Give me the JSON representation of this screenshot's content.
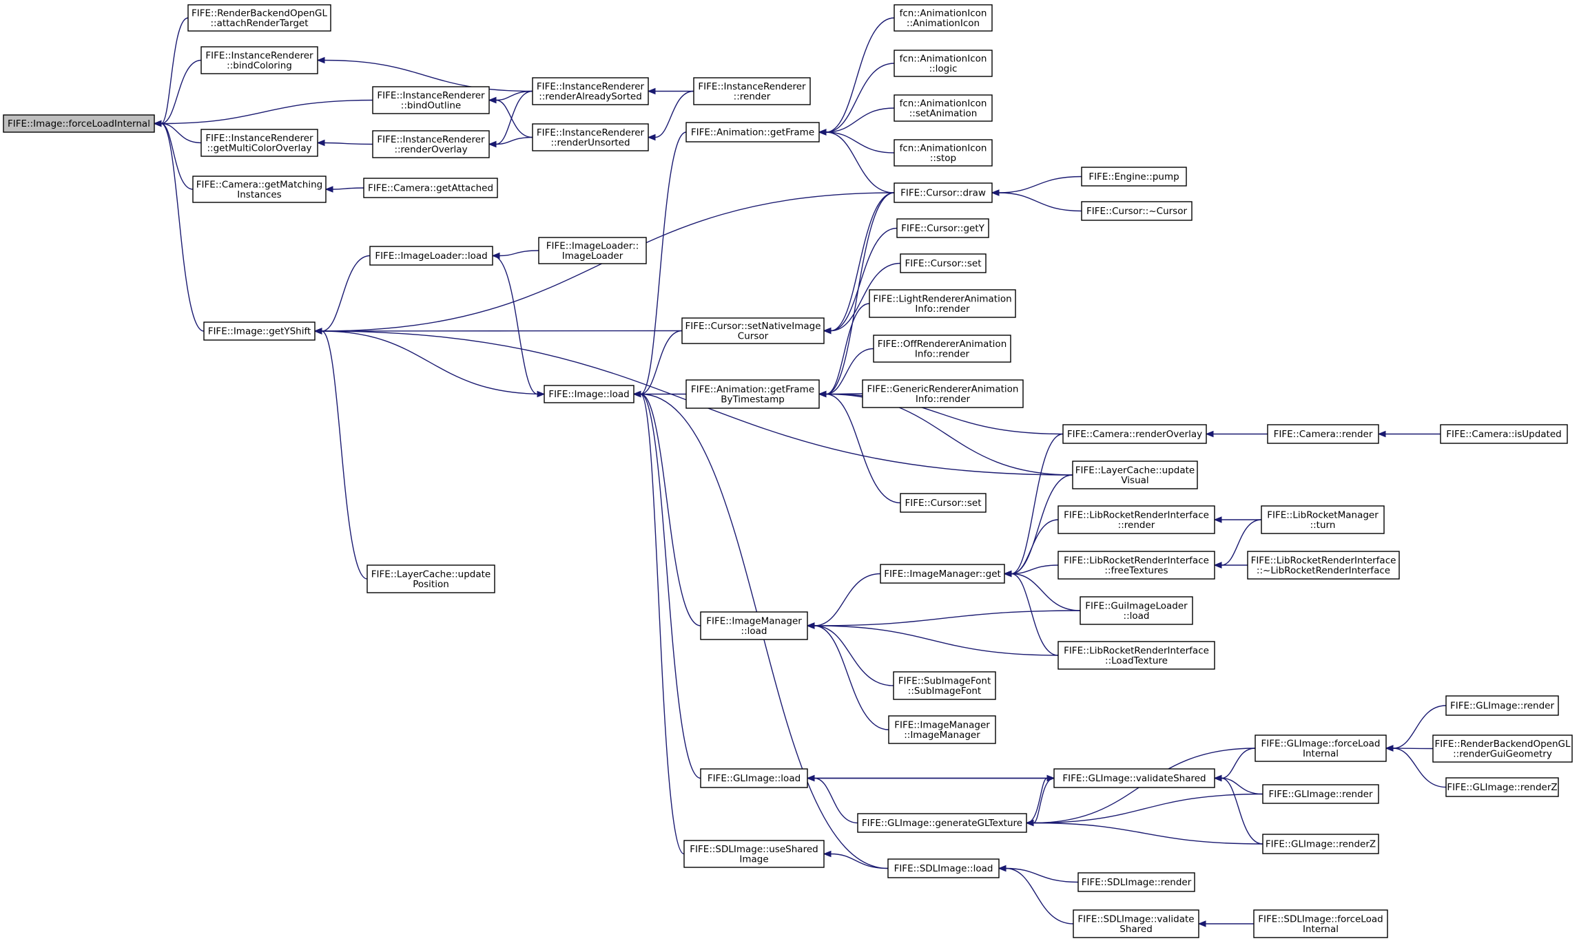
{
  "nodes": [
    {
      "id": "root",
      "lines": [
        "FIFE::Image::forceLoadInternal"
      ]
    },
    {
      "id": "rbogl_attach",
      "lines": [
        "FIFE::RenderBackendOpenGL",
        "::attachRenderTarget"
      ]
    },
    {
      "id": "ir_bindColoring",
      "lines": [
        "FIFE::InstanceRenderer",
        "::bindColoring"
      ]
    },
    {
      "id": "ir_bindOutline",
      "lines": [
        "FIFE::InstanceRenderer",
        "::bindOutline"
      ]
    },
    {
      "id": "ir_getMulti",
      "lines": [
        "FIFE::InstanceRenderer",
        "::getMultiColorOverlay"
      ]
    },
    {
      "id": "ir_renderOverlay",
      "lines": [
        "FIFE::InstanceRenderer",
        "::renderOverlay"
      ]
    },
    {
      "id": "ir_renderAlready",
      "lines": [
        "FIFE::InstanceRenderer",
        "::renderAlreadySorted"
      ]
    },
    {
      "id": "ir_renderUnsorted",
      "lines": [
        "FIFE::InstanceRenderer",
        "::renderUnsorted"
      ]
    },
    {
      "id": "ir_render",
      "lines": [
        "FIFE::InstanceRenderer",
        "::render"
      ]
    },
    {
      "id": "cam_getMatching",
      "lines": [
        "FIFE::Camera::getMatching",
        "Instances"
      ]
    },
    {
      "id": "cam_getAttached",
      "lines": [
        "FIFE::Camera::getAttached"
      ]
    },
    {
      "id": "img_getYShift",
      "lines": [
        "FIFE::Image::getYShift"
      ]
    },
    {
      "id": "imgloader_load",
      "lines": [
        "FIFE::ImageLoader::load"
      ]
    },
    {
      "id": "imgloader_ctor",
      "lines": [
        "FIFE::ImageLoader::",
        "ImageLoader"
      ]
    },
    {
      "id": "lc_updatePos",
      "lines": [
        "FIFE::LayerCache::update",
        "Position"
      ]
    },
    {
      "id": "img_load",
      "lines": [
        "FIFE::Image::load"
      ]
    },
    {
      "id": "anim_getFrame",
      "lines": [
        "FIFE::Animation::getFrame"
      ]
    },
    {
      "id": "cursor_setNative",
      "lines": [
        "FIFE::Cursor::setNativeImage",
        "Cursor"
      ]
    },
    {
      "id": "anim_getFrameBy",
      "lines": [
        "FIFE::Animation::getFrame",
        "ByTimestamp"
      ]
    },
    {
      "id": "fcn_ctor",
      "lines": [
        "fcn::AnimationIcon",
        "::AnimationIcon"
      ]
    },
    {
      "id": "fcn_logic",
      "lines": [
        "fcn::AnimationIcon",
        "::logic"
      ]
    },
    {
      "id": "fcn_setAnim",
      "lines": [
        "fcn::AnimationIcon",
        "::setAnimation"
      ]
    },
    {
      "id": "fcn_stop",
      "lines": [
        "fcn::AnimationIcon",
        "::stop"
      ]
    },
    {
      "id": "cursor_draw",
      "lines": [
        "FIFE::Cursor::draw"
      ]
    },
    {
      "id": "engine_pump",
      "lines": [
        "FIFE::Engine::pump"
      ]
    },
    {
      "id": "cursor_dtor",
      "lines": [
        "FIFE::Cursor::~Cursor"
      ]
    },
    {
      "id": "cursor_getY",
      "lines": [
        "FIFE::Cursor::getY"
      ]
    },
    {
      "id": "cursor_set1",
      "lines": [
        "FIFE::Cursor::set"
      ]
    },
    {
      "id": "light_render",
      "lines": [
        "FIFE::LightRendererAnimation",
        "Info::render"
      ]
    },
    {
      "id": "off_render",
      "lines": [
        "FIFE::OffRendererAnimation",
        "Info::render"
      ]
    },
    {
      "id": "generic_render",
      "lines": [
        "FIFE::GenericRendererAnimation",
        "Info::render"
      ]
    },
    {
      "id": "cam_renderOverlay",
      "lines": [
        "FIFE::Camera::renderOverlay"
      ]
    },
    {
      "id": "cam_render",
      "lines": [
        "FIFE::Camera::render"
      ]
    },
    {
      "id": "cam_isUpdated",
      "lines": [
        "FIFE::Camera::isUpdated"
      ]
    },
    {
      "id": "lc_updateVisual",
      "lines": [
        "FIFE::LayerCache::update",
        "Visual"
      ]
    },
    {
      "id": "cursor_set2",
      "lines": [
        "FIFE::Cursor::set"
      ]
    },
    {
      "id": "librri_render",
      "lines": [
        "FIFE::LibRocketRenderInterface",
        "::render"
      ]
    },
    {
      "id": "librm_turn",
      "lines": [
        "FIFE::LibRocketManager",
        "::turn"
      ]
    },
    {
      "id": "imgmgr_get",
      "lines": [
        "FIFE::ImageManager::get"
      ]
    },
    {
      "id": "librri_free",
      "lines": [
        "FIFE::LibRocketRenderInterface",
        "::freeTextures"
      ]
    },
    {
      "id": "librri_dtor",
      "lines": [
        "FIFE::LibRocketRenderInterface",
        "::~LibRocketRenderInterface"
      ]
    },
    {
      "id": "guiimgloader",
      "lines": [
        "FIFE::GuiImageLoader",
        "::load"
      ]
    },
    {
      "id": "librri_loadtex",
      "lines": [
        "FIFE::LibRocketRenderInterface",
        "::LoadTexture"
      ]
    },
    {
      "id": "imgmgr_load",
      "lines": [
        "FIFE::ImageManager",
        "::load"
      ]
    },
    {
      "id": "subimgfont",
      "lines": [
        "FIFE::SubImageFont",
        "::SubImageFont"
      ]
    },
    {
      "id": "imgmgr_ctor",
      "lines": [
        "FIFE::ImageManager",
        "::ImageManager"
      ]
    },
    {
      "id": "gl_forceLoad",
      "lines": [
        "FIFE::GLImage::forceLoad",
        "Internal"
      ]
    },
    {
      "id": "gl_render_top",
      "lines": [
        "FIFE::GLImage::render"
      ]
    },
    {
      "id": "rbogl_guiGeom",
      "lines": [
        "FIFE::RenderBackendOpenGL",
        "::renderGuiGeometry"
      ]
    },
    {
      "id": "gl_renderZ_right",
      "lines": [
        "FIFE::GLImage::renderZ"
      ]
    },
    {
      "id": "gl_load",
      "lines": [
        "FIFE::GLImage::load"
      ]
    },
    {
      "id": "gl_validate",
      "lines": [
        "FIFE::GLImage::validateShared"
      ]
    },
    {
      "id": "gl_render",
      "lines": [
        "FIFE::GLImage::render"
      ]
    },
    {
      "id": "gl_genTex",
      "lines": [
        "FIFE::GLImage::generateGLTexture"
      ]
    },
    {
      "id": "gl_renderZ",
      "lines": [
        "FIFE::GLImage::renderZ"
      ]
    },
    {
      "id": "sdl_useShared",
      "lines": [
        "FIFE::SDLImage::useShared",
        "Image"
      ]
    },
    {
      "id": "sdl_load",
      "lines": [
        "FIFE::SDLImage::load"
      ]
    },
    {
      "id": "sdl_render",
      "lines": [
        "FIFE::SDLImage::render"
      ]
    },
    {
      "id": "sdl_validate",
      "lines": [
        "FIFE::SDLImage::validate",
        "Shared"
      ]
    },
    {
      "id": "sdl_forceLoad",
      "lines": [
        "FIFE::SDLImage::forceLoad",
        "Internal"
      ]
    }
  ],
  "edges": [
    [
      "root",
      "rbogl_attach"
    ],
    [
      "root",
      "ir_bindColoring"
    ],
    [
      "root",
      "ir_bindOutline"
    ],
    [
      "root",
      "ir_getMulti"
    ],
    [
      "root",
      "cam_getMatching"
    ],
    [
      "root",
      "img_getYShift"
    ],
    [
      "ir_bindColoring",
      "ir_renderAlready"
    ],
    [
      "ir_bindOutline",
      "ir_renderAlready"
    ],
    [
      "ir_bindOutline",
      "ir_renderUnsorted"
    ],
    [
      "ir_getMulti",
      "ir_renderOverlay"
    ],
    [
      "ir_renderOverlay",
      "ir_renderAlready"
    ],
    [
      "ir_renderOverlay",
      "ir_renderUnsorted"
    ],
    [
      "ir_renderAlready",
      "ir_render"
    ],
    [
      "ir_renderUnsorted",
      "ir_render"
    ],
    [
      "cam_getMatching",
      "cam_getAttached"
    ],
    [
      "img_getYShift",
      "imgloader_load"
    ],
    [
      "img_getYShift",
      "cursor_draw"
    ],
    [
      "img_getYShift",
      "cursor_setNative"
    ],
    [
      "img_getYShift",
      "img_load"
    ],
    [
      "img_getYShift",
      "lc_updateVisual"
    ],
    [
      "img_getYShift",
      "lc_updatePos"
    ],
    [
      "imgloader_load",
      "imgloader_ctor"
    ],
    [
      "img_load",
      "imgloader_load"
    ],
    [
      "img_load",
      "anim_getFrame"
    ],
    [
      "img_load",
      "cursor_setNative"
    ],
    [
      "img_load",
      "anim_getFrameBy"
    ],
    [
      "img_load",
      "imgmgr_load"
    ],
    [
      "img_load",
      "gl_load"
    ],
    [
      "img_load",
      "sdl_useShared"
    ],
    [
      "img_load",
      "sdl_load"
    ],
    [
      "anim_getFrame",
      "fcn_ctor"
    ],
    [
      "anim_getFrame",
      "fcn_logic"
    ],
    [
      "anim_getFrame",
      "fcn_setAnim"
    ],
    [
      "anim_getFrame",
      "fcn_stop"
    ],
    [
      "anim_getFrame",
      "cursor_draw"
    ],
    [
      "cursor_setNative",
      "cursor_draw"
    ],
    [
      "cursor_setNative",
      "cursor_getY"
    ],
    [
      "cursor_setNative",
      "cursor_set1"
    ],
    [
      "cursor_draw",
      "engine_pump"
    ],
    [
      "cursor_draw",
      "cursor_dtor"
    ],
    [
      "anim_getFrameBy",
      "cursor_draw"
    ],
    [
      "anim_getFrameBy",
      "light_render"
    ],
    [
      "anim_getFrameBy",
      "off_render"
    ],
    [
      "anim_getFrameBy",
      "generic_render"
    ],
    [
      "anim_getFrameBy",
      "cam_renderOverlay"
    ],
    [
      "anim_getFrameBy",
      "lc_updateVisual"
    ],
    [
      "anim_getFrameBy",
      "cursor_set2"
    ],
    [
      "cam_renderOverlay",
      "cam_render"
    ],
    [
      "cam_render",
      "cam_isUpdated"
    ],
    [
      "librri_render",
      "librm_turn"
    ],
    [
      "librri_free",
      "librm_turn"
    ],
    [
      "librri_free",
      "librri_dtor"
    ],
    [
      "imgmgr_get",
      "cam_renderOverlay"
    ],
    [
      "imgmgr_get",
      "lc_updateVisual"
    ],
    [
      "imgmgr_get",
      "librri_render"
    ],
    [
      "imgmgr_get",
      "librri_free"
    ],
    [
      "imgmgr_get",
      "guiimgloader"
    ],
    [
      "imgmgr_get",
      "librri_loadtex"
    ],
    [
      "imgmgr_load",
      "imgmgr_get"
    ],
    [
      "imgmgr_load",
      "guiimgloader"
    ],
    [
      "imgmgr_load",
      "librri_loadtex"
    ],
    [
      "imgmgr_load",
      "subimgfont"
    ],
    [
      "imgmgr_load",
      "imgmgr_ctor"
    ],
    [
      "gl_forceLoad",
      "gl_render_top"
    ],
    [
      "gl_forceLoad",
      "rbogl_guiGeom"
    ],
    [
      "gl_forceLoad",
      "gl_renderZ_right"
    ],
    [
      "gl_load",
      "gl_validate"
    ],
    [
      "gl_load",
      "gl_genTex"
    ],
    [
      "gl_validate",
      "gl_load"
    ],
    [
      "gl_validate",
      "gl_genTex"
    ],
    [
      "gl_validate",
      "gl_forceLoad"
    ],
    [
      "gl_validate",
      "gl_render"
    ],
    [
      "gl_validate",
      "gl_renderZ"
    ],
    [
      "gl_genTex",
      "gl_validate"
    ],
    [
      "gl_genTex",
      "gl_forceLoad"
    ],
    [
      "gl_genTex",
      "gl_render"
    ],
    [
      "gl_genTex",
      "gl_renderZ"
    ],
    [
      "sdl_useShared",
      "sdl_load"
    ],
    [
      "sdl_load",
      "sdl_render"
    ],
    [
      "sdl_load",
      "sdl_validate"
    ],
    [
      "sdl_validate",
      "sdl_forceLoad"
    ]
  ]
}
